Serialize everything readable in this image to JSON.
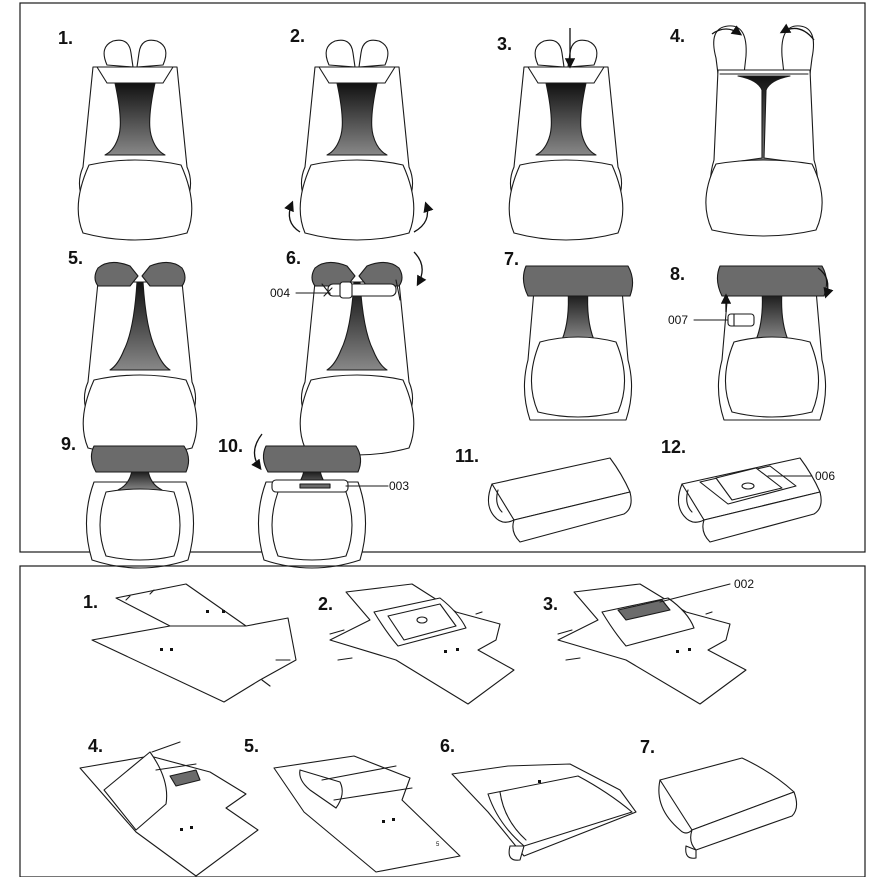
{
  "top_panel": {
    "steps": [
      "1.",
      "2.",
      "3.",
      "4.",
      "5.",
      "6.",
      "7.",
      "8.",
      "9.",
      "10.",
      "11.",
      "12."
    ],
    "callouts": [
      "004",
      "007",
      "003",
      "006"
    ]
  },
  "bottom_panel": {
    "steps": [
      "1.",
      "2.",
      "3.",
      "4.",
      "5.",
      "6.",
      "7."
    ],
    "callouts": [
      "002"
    ],
    "footnote": "5"
  }
}
